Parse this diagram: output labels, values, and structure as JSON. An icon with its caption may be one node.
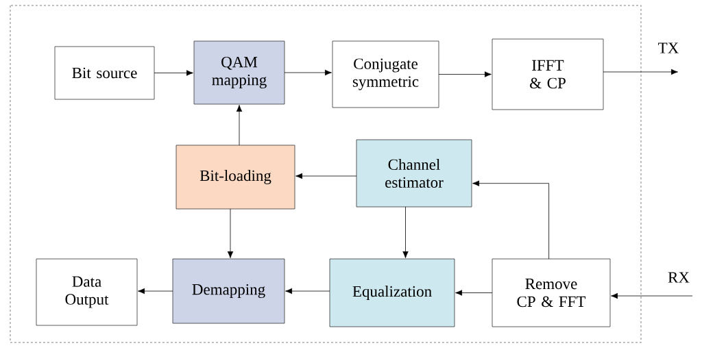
{
  "diagram": {
    "nodes": [
      {
        "text": [
          "Bit source"
        ]
      },
      {
        "text": [
          "QAM mapping"
        ]
      },
      {
        "text": [
          "Conjugate symmetric"
        ]
      },
      {
        "text": [
          "IFFT & CP"
        ]
      },
      {
        "text": [
          "Bit-loading"
        ]
      },
      {
        "text": [
          "Channel estimator"
        ]
      },
      {
        "text": [
          "Data Output"
        ]
      },
      {
        "text": [
          "Demapping"
        ]
      },
      {
        "text": [
          "Equalization"
        ]
      },
      {
        "text": [
          "Remove CP & FFT"
        ]
      }
    ],
    "edges": [
      {
        "from": 0,
        "to": 1,
        "arrow": "to"
      },
      {
        "from": 1,
        "to": 2,
        "arrow": "to"
      },
      {
        "from": 2,
        "to": 3,
        "arrow": "to"
      },
      {
        "from": 3,
        "to": null,
        "arrow": "to"
      },
      {
        "from": 4,
        "to": 1,
        "arrow": "to"
      },
      {
        "from": 5,
        "to": 4,
        "arrow": "to"
      },
      {
        "from": 5,
        "to": 8,
        "arrow": "to"
      },
      {
        "from": 9,
        "to": 5,
        "arrow": "to"
      },
      {
        "from": 4,
        "to": 7,
        "arrow": "to"
      },
      {
        "from": 8,
        "to": 7,
        "arrow": "to"
      },
      {
        "from": 7,
        "to": 6,
        "arrow": "to"
      },
      {
        "from": 9,
        "to": 8,
        "arrow": "to"
      },
      {
        "from": null,
        "to": 9,
        "arrow": "to"
      }
    ],
    "labels": [
      "TX",
      "RX"
    ]
  }
}
